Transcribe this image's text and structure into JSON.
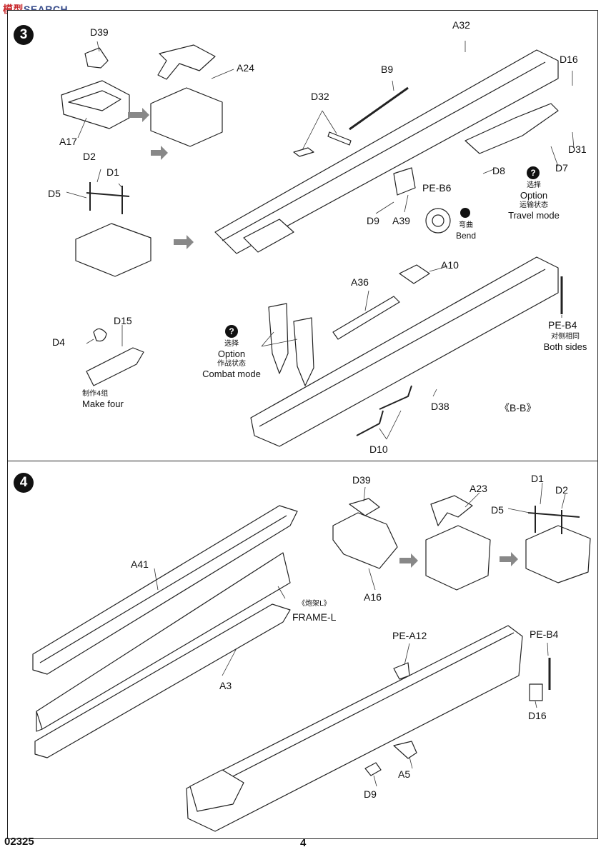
{
  "watermark": {
    "part1": "模型",
    "part2": "SEARCH"
  },
  "steps": {
    "step3": "3",
    "step4": "4"
  },
  "step3_labels": {
    "d39": "D39",
    "a24": "A24",
    "a17": "A17",
    "a32": "A32",
    "b9": "B9",
    "d16": "D16",
    "d32": "D32",
    "d31": "D31",
    "d2": "D2",
    "d1": "D1",
    "d5": "D5",
    "d8": "D8",
    "d7": "D7",
    "peb6": "PE-B6",
    "d9": "D9",
    "a39": "A39",
    "a10": "A10",
    "a36": "A36",
    "peb4": "PE-B4",
    "d4": "D4",
    "d15": "D15",
    "d38": "D38",
    "bb": "《B-B》",
    "d10": "D10"
  },
  "step3_notes": {
    "travel": {
      "cn1": "选择",
      "en1": "Option",
      "cn2": "运输状态",
      "en2": "Travel mode"
    },
    "combat": {
      "cn1": "选择",
      "en1": "Option",
      "cn2": "作战状态",
      "en2": "Combat mode"
    },
    "bend": {
      "cn": "弯曲",
      "en": "Bend"
    },
    "both_sides": {
      "cn": "对侧相同",
      "en": "Both sides"
    },
    "make_four": {
      "cn": "制作4组",
      "en": "Make four"
    }
  },
  "step4_labels": {
    "d39": "D39",
    "a23": "A23",
    "d1": "D1",
    "d2": "D2",
    "d5": "D5",
    "a41": "A41",
    "a16": "A16",
    "frame_cn": "《炮架L》",
    "frame_en": "FRAME-L",
    "a3": "A3",
    "pea12": "PE-A12",
    "peb4": "PE-B4",
    "d16": "D16",
    "a5": "A5",
    "d9": "D9"
  },
  "footer": {
    "code": "02325",
    "page": "4"
  },
  "icons": [
    "question-icon",
    "bend-icon",
    "flow-arrow-icon"
  ]
}
